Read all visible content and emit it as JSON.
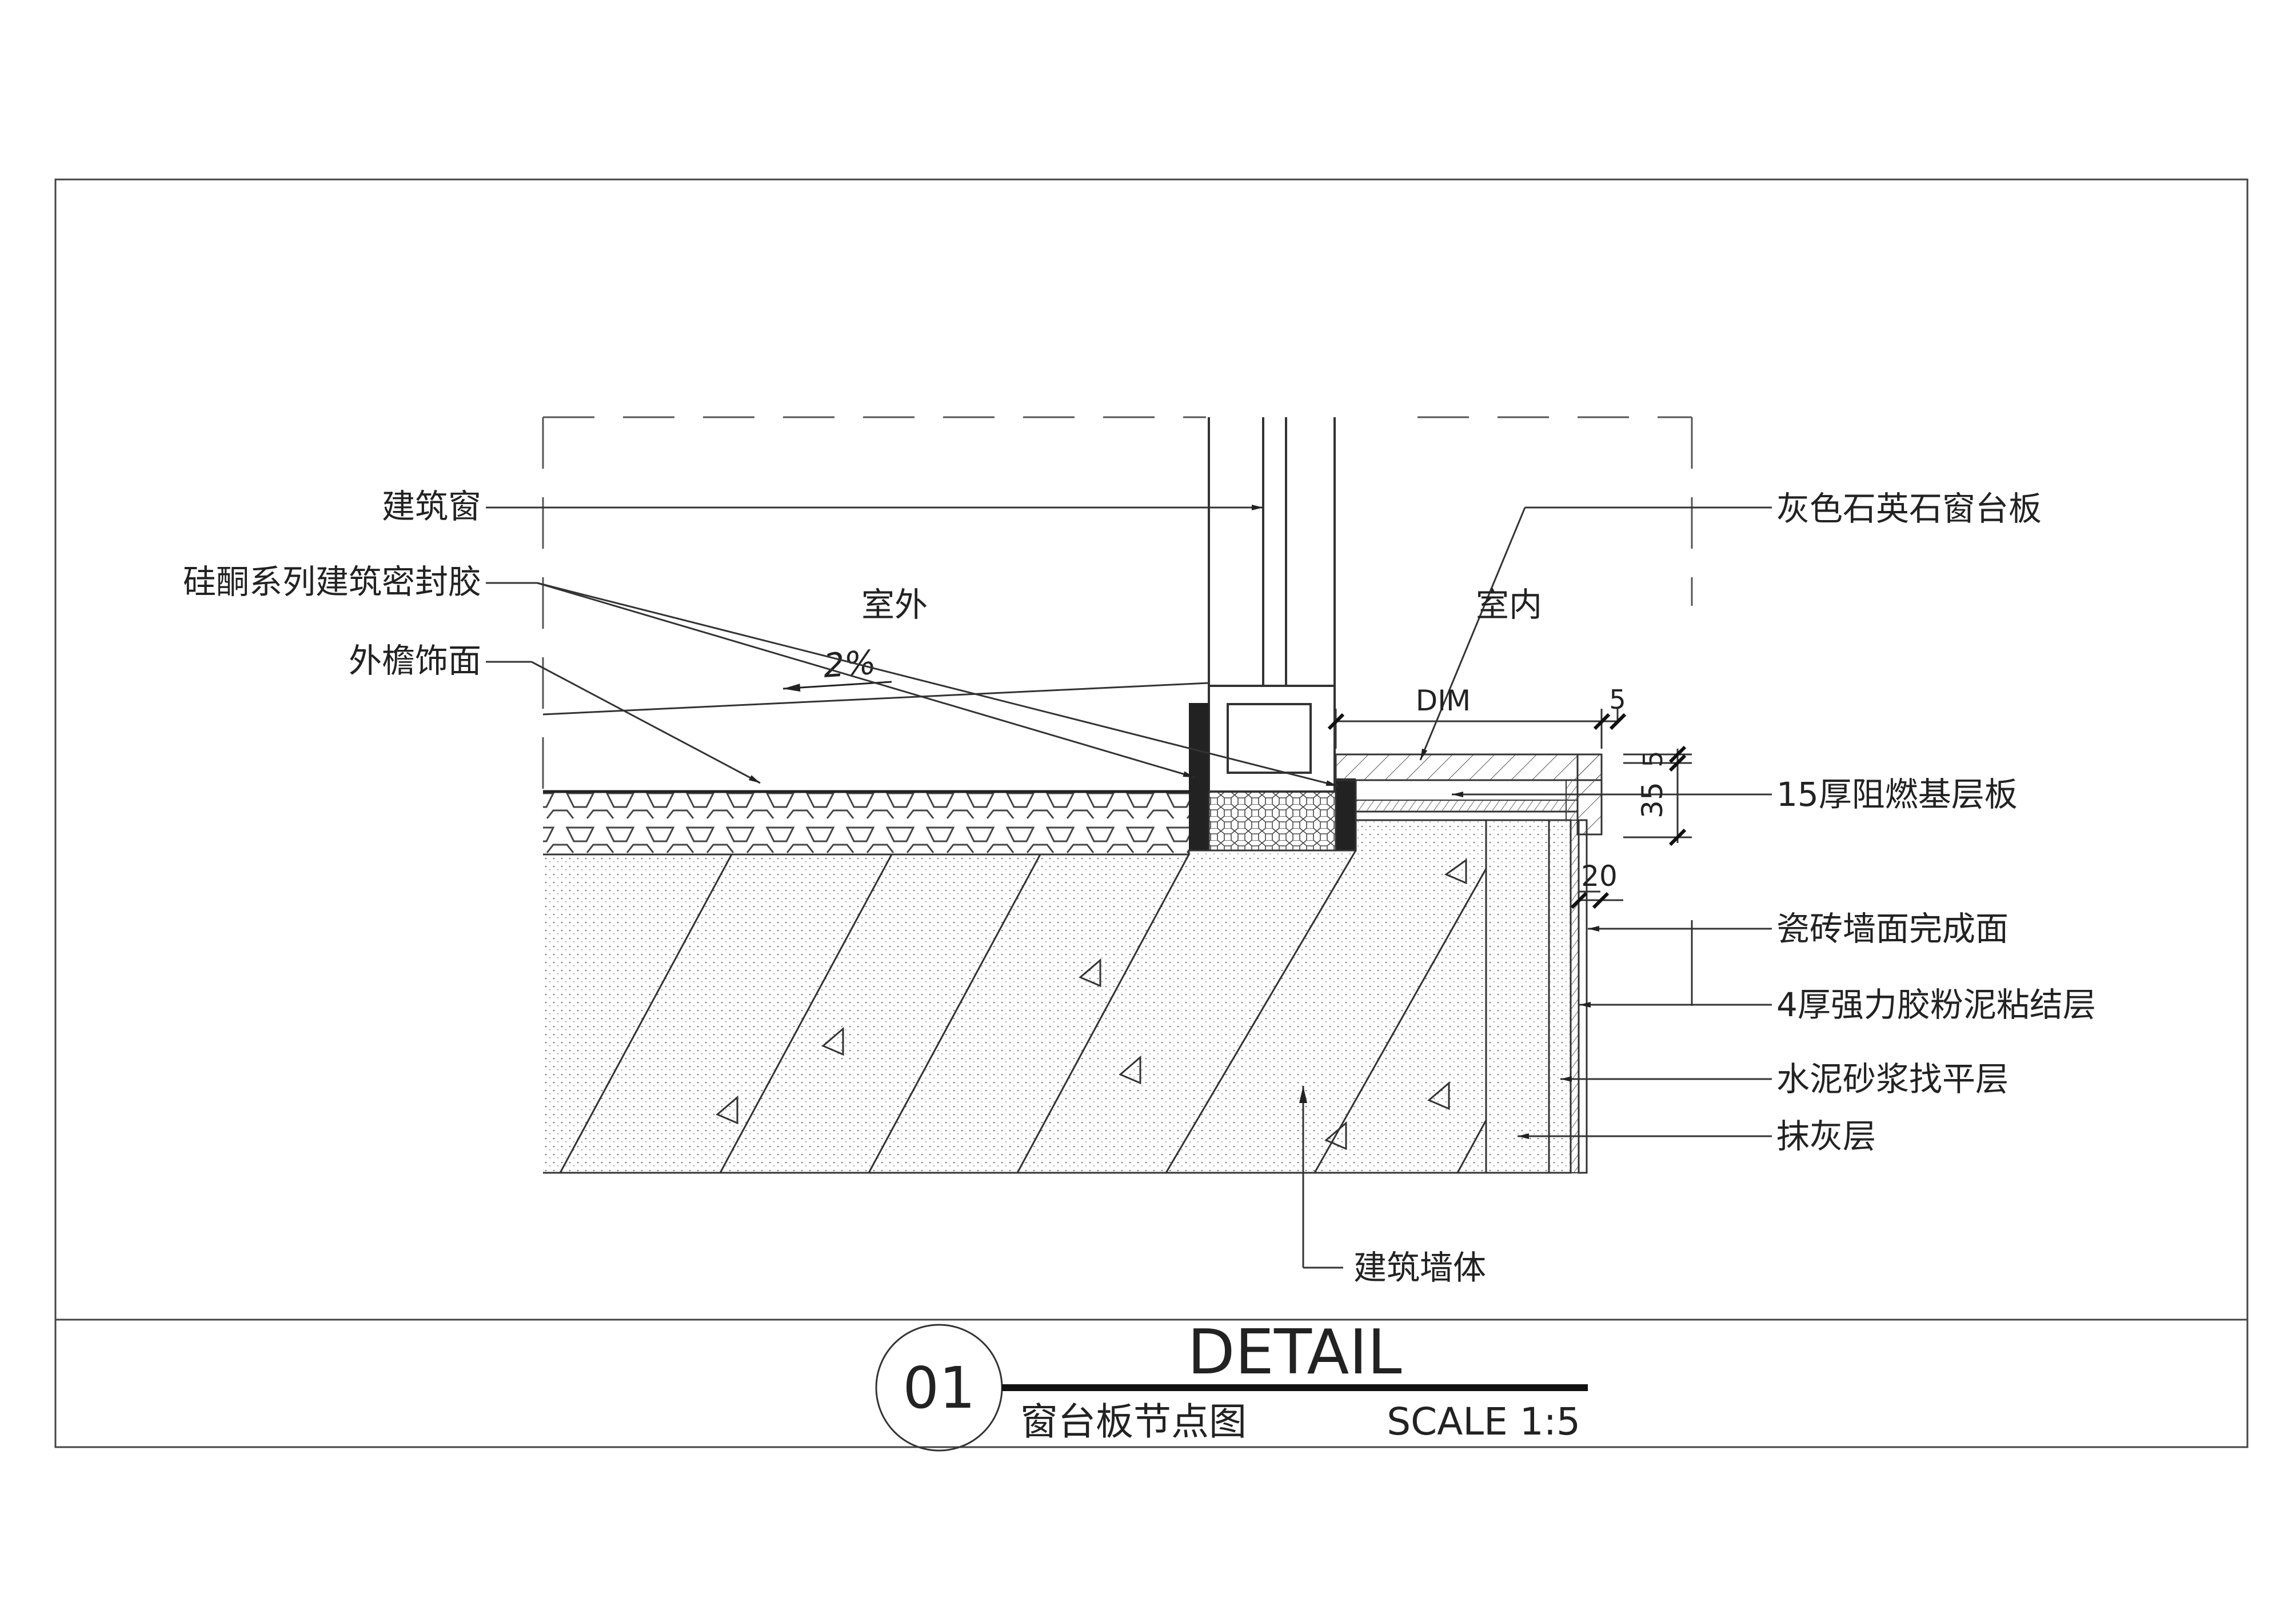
{
  "labels": {
    "window": "建筑窗",
    "sealant": "硅酮系列建筑密封胶",
    "eave": "外檐饰面",
    "outdoor": "室外",
    "indoor": "室内",
    "slope": "2%",
    "sill_board": "灰色石英石窗台板",
    "base_board": "15厚阻燃基层板",
    "tile_face": "瓷砖墙面完成面",
    "adhesive": "4厚强力胶粉泥粘结层",
    "mortar": "水泥砂浆找平层",
    "plaster": "抹灰层",
    "wall": "建筑墙体"
  },
  "dimensions": {
    "dim": "DIM",
    "d5_top": "5",
    "d5_side": "5",
    "d35": "35",
    "d20": "20"
  },
  "title_block": {
    "number": "01",
    "title": "DETAIL",
    "subtitle": "窗台板节点图",
    "scale": "SCALE 1:5"
  }
}
